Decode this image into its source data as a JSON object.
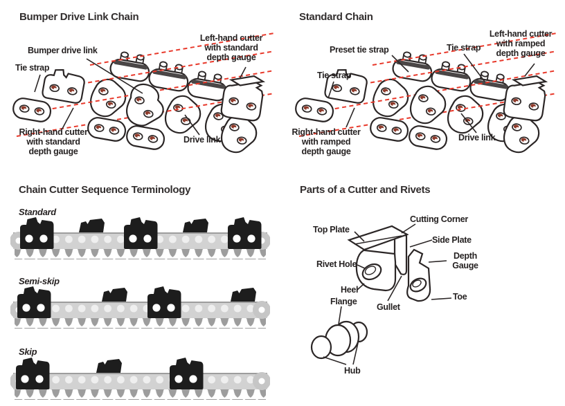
{
  "colors": {
    "accent_red": "#e8392b",
    "ink": "#262222",
    "rivet_maroon": "#8e3a2a"
  },
  "bumper_chain": {
    "title": "Bumper Drive Link Chain",
    "labels": {
      "bumper_drive_link": "Bumper drive link",
      "tie_strap": "Tie strap",
      "left_cutter": "Left-hand cutter\nwith standard\ndepth gauge",
      "right_cutter": "Right-hand cutter\nwith standard\ndepth gauge",
      "drive_link": "Drive link"
    }
  },
  "standard_chain": {
    "title": "Standard Chain",
    "labels": {
      "preset_tie_strap": "Preset tie strap",
      "tie_strap_top": "Tie strap",
      "tie_strap_left": "Tie strap",
      "left_cutter": "Left-hand cutter\nwith ramped\ndepth gauge",
      "right_cutter": "Right-hand cutter\nwith ramped\ndepth gauge",
      "drive_link": "Drive link"
    }
  },
  "sequence": {
    "title": "Chain Cutter Sequence Terminology",
    "rows": [
      {
        "label": "Standard"
      },
      {
        "label": "Semi-skip"
      },
      {
        "label": "Skip"
      }
    ]
  },
  "cutter_parts": {
    "title": "Parts of a Cutter and Rivets",
    "labels": {
      "top_plate": "Top Plate",
      "cutting_corner": "Cutting Corner",
      "side_plate": "Side Plate",
      "rivet_hole": "Rivet Hole",
      "depth_gauge": "Depth\nGauge",
      "heel": "Heel",
      "gullet": "Gullet",
      "toe": "Toe",
      "flange": "Flange",
      "hub": "Hub"
    }
  }
}
